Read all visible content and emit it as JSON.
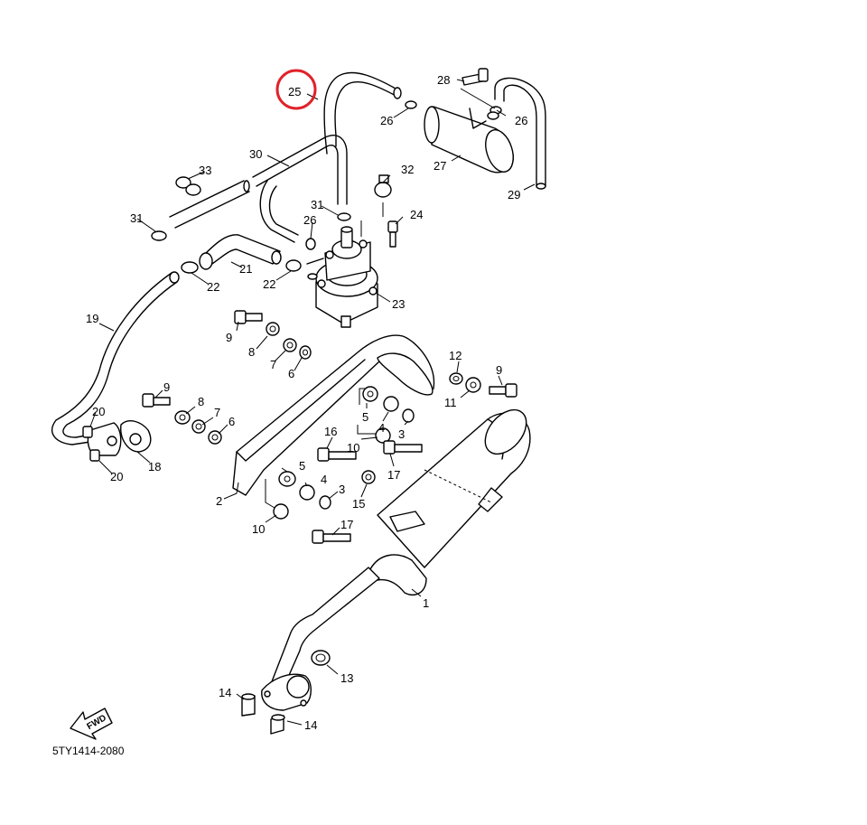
{
  "diagram": {
    "code": "5TY1414-2080",
    "fwd_label": "FWD",
    "highlight_color": "#e0222a",
    "highlighted_ref": "25",
    "callouts": [
      "1",
      "2",
      "3",
      "4",
      "5",
      "6",
      "7",
      "8",
      "9",
      "10",
      "11",
      "12",
      "13",
      "14",
      "15",
      "16",
      "17",
      "18",
      "19",
      "20",
      "21",
      "22",
      "23",
      "24",
      "25",
      "26",
      "27",
      "28",
      "29",
      "30",
      "31",
      "32",
      "33"
    ]
  }
}
